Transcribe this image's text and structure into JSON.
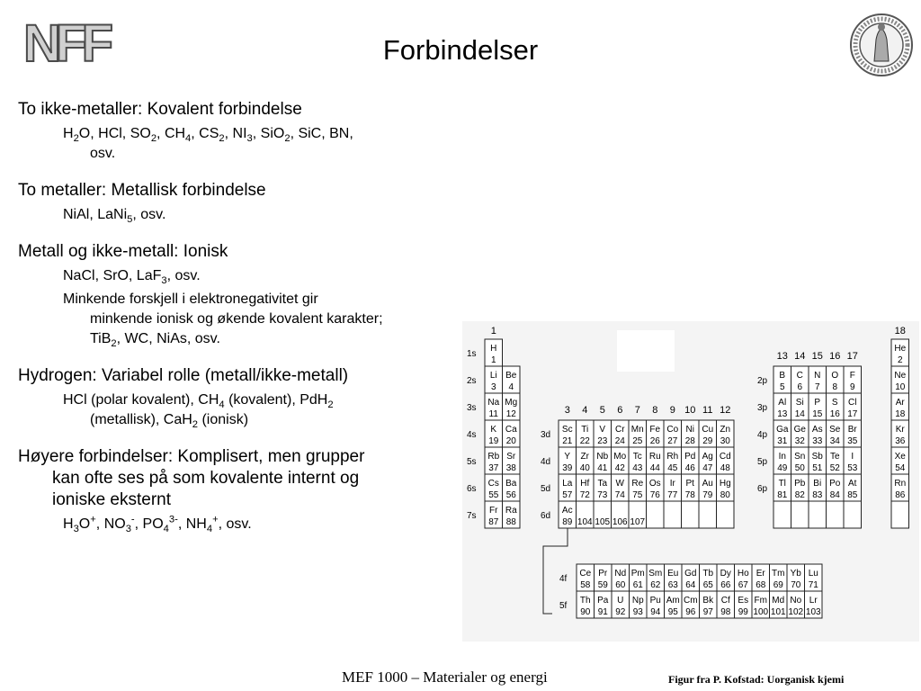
{
  "header": {
    "logo": "N F F",
    "title": "Forbindelser",
    "seal": "university-seal"
  },
  "bullets": [
    {
      "text": "To ikke-metaller: Kovalent forbindelse",
      "subs": [
        {
          "html": "H<sub>2</sub>O, HCl, SO<sub>2</sub>, CH<sub>4</sub>, CS<sub>2</sub>, NI<sub>3</sub>, SiO<sub>2</sub>, SiC, BN,<span class=\"cont\">osv.</span>"
        }
      ]
    },
    {
      "text": "To metaller: Metallisk forbindelse",
      "subs": [
        {
          "html": "NiAl, LaNi<sub>5</sub>, osv."
        }
      ]
    },
    {
      "text": "Metall og ikke-metall: Ionisk",
      "subs": [
        {
          "html": "NaCl, SrO, LaF<sub>3</sub>, osv."
        },
        {
          "html": "Minkende forskjell i elektronegativitet gir<span class=\"cont\">minkende ionisk og økende kovalent karakter;</span><span class=\"cont\">TiB<sub>2</sub>, WC, NiAs, osv.</span>"
        }
      ]
    },
    {
      "text": "Hydrogen: Variabel rolle (metall/ikke-metall)",
      "subs": [
        {
          "html": "HCl (polar kovalent), CH<sub>4</sub> (kovalent), PdH<sub>2</sub><span class=\"cont\">(metallisk), CaH<sub>2</sub> (ionisk)</span>"
        }
      ]
    },
    {
      "text": "Høyere forbindelser: Komplisert, men grupper",
      "cont": [
        "kan ofte ses på som kovalente internt og",
        "ioniske eksternt"
      ],
      "subs": [
        {
          "html": "H<sub>3</sub>O<sup>+</sup>, NO<sub>3</sub><sup>-</sup>, PO<sub>4</sub><sup>3-</sup>, NH<sub>4</sub><sup>+</sup>, osv."
        }
      ]
    }
  ],
  "periodic_table": {
    "group_labels": {
      "g1": "1",
      "g18": "18",
      "tm": [
        "3",
        "4",
        "5",
        "6",
        "7",
        "8",
        "9",
        "10",
        "11",
        "12"
      ],
      "p": [
        "13",
        "14",
        "15",
        "16",
        "17"
      ]
    },
    "row_labels": [
      "1s",
      "2s",
      "3s",
      "4s",
      "5s",
      "6s",
      "7s"
    ],
    "d_labels": [
      "3d",
      "4d",
      "5d",
      "6d"
    ],
    "p_labels": [
      "2p",
      "3p",
      "4p",
      "5p",
      "6p"
    ],
    "f_labels": [
      "4f",
      "5f"
    ],
    "s_block": [
      [
        [
          "H",
          "1"
        ]
      ],
      [
        [
          "Li",
          "3"
        ],
        [
          "Be",
          "4"
        ]
      ],
      [
        [
          "Na",
          "11"
        ],
        [
          "Mg",
          "12"
        ]
      ],
      [
        [
          "K",
          "19"
        ],
        [
          "Ca",
          "20"
        ]
      ],
      [
        [
          "Rb",
          "37"
        ],
        [
          "Sr",
          "38"
        ]
      ],
      [
        [
          "Cs",
          "55"
        ],
        [
          "Ba",
          "56"
        ]
      ],
      [
        [
          "Fr",
          "87"
        ],
        [
          "Ra",
          "88"
        ]
      ]
    ],
    "d_block": [
      [
        [
          "Sc",
          "21"
        ],
        [
          "Ti",
          "22"
        ],
        [
          "V",
          "23"
        ],
        [
          "Cr",
          "24"
        ],
        [
          "Mn",
          "25"
        ],
        [
          "Fe",
          "26"
        ],
        [
          "Co",
          "27"
        ],
        [
          "Ni",
          "28"
        ],
        [
          "Cu",
          "29"
        ],
        [
          "Zn",
          "30"
        ]
      ],
      [
        [
          "Y",
          "39"
        ],
        [
          "Zr",
          "40"
        ],
        [
          "Nb",
          "41"
        ],
        [
          "Mo",
          "42"
        ],
        [
          "Tc",
          "43"
        ],
        [
          "Ru",
          "44"
        ],
        [
          "Rh",
          "45"
        ],
        [
          "Pd",
          "46"
        ],
        [
          "Ag",
          "47"
        ],
        [
          "Cd",
          "48"
        ]
      ],
      [
        [
          "La",
          "57"
        ],
        [
          "Hf",
          "72"
        ],
        [
          "Ta",
          "73"
        ],
        [
          "W",
          "74"
        ],
        [
          "Re",
          "75"
        ],
        [
          "Os",
          "76"
        ],
        [
          "Ir",
          "77"
        ],
        [
          "Pt",
          "78"
        ],
        [
          "Au",
          "79"
        ],
        [
          "Hg",
          "80"
        ]
      ],
      [
        [
          "Ac",
          "89"
        ],
        [
          "",
          "104"
        ],
        [
          "",
          "105"
        ],
        [
          "",
          "106"
        ],
        [
          "",
          "107"
        ],
        [
          "",
          ""
        ],
        [
          "",
          ""
        ],
        [
          "",
          ""
        ],
        [
          "",
          ""
        ],
        [
          "",
          ""
        ]
      ]
    ],
    "p_block": [
      [
        [
          "B",
          "5"
        ],
        [
          "C",
          "6"
        ],
        [
          "N",
          "7"
        ],
        [
          "O",
          "8"
        ],
        [
          "F",
          "9"
        ]
      ],
      [
        [
          "Al",
          "13"
        ],
        [
          "Si",
          "14"
        ],
        [
          "P",
          "15"
        ],
        [
          "S",
          "16"
        ],
        [
          "Cl",
          "17"
        ]
      ],
      [
        [
          "Ga",
          "31"
        ],
        [
          "Ge",
          "32"
        ],
        [
          "As",
          "33"
        ],
        [
          "Se",
          "34"
        ],
        [
          "Br",
          "35"
        ]
      ],
      [
        [
          "In",
          "49"
        ],
        [
          "Sn",
          "50"
        ],
        [
          "Sb",
          "51"
        ],
        [
          "Te",
          "52"
        ],
        [
          "I",
          "53"
        ]
      ],
      [
        [
          "Tl",
          "81"
        ],
        [
          "Pb",
          "82"
        ],
        [
          "Bi",
          "83"
        ],
        [
          "Po",
          "84"
        ],
        [
          "At",
          "85"
        ]
      ],
      [
        [
          "",
          ""
        ],
        [
          "",
          ""
        ],
        [
          "",
          ""
        ],
        [
          "",
          ""
        ],
        [
          "",
          ""
        ]
      ]
    ],
    "noble": [
      [
        "He",
        "2"
      ],
      [
        "Ne",
        "10"
      ],
      [
        "Ar",
        "18"
      ],
      [
        "Kr",
        "36"
      ],
      [
        "Xe",
        "54"
      ],
      [
        "Rn",
        "86"
      ],
      [
        "",
        ""
      ]
    ],
    "f_block": [
      [
        [
          "Ce",
          "58"
        ],
        [
          "Pr",
          "59"
        ],
        [
          "Nd",
          "60"
        ],
        [
          "Pm",
          "61"
        ],
        [
          "Sm",
          "62"
        ],
        [
          "Eu",
          "63"
        ],
        [
          "Gd",
          "64"
        ],
        [
          "Tb",
          "65"
        ],
        [
          "Dy",
          "66"
        ],
        [
          "Ho",
          "67"
        ],
        [
          "Er",
          "68"
        ],
        [
          "Tm",
          "69"
        ],
        [
          "Yb",
          "70"
        ],
        [
          "Lu",
          "71"
        ]
      ],
      [
        [
          "Th",
          "90"
        ],
        [
          "Pa",
          "91"
        ],
        [
          "U",
          "92"
        ],
        [
          "Np",
          "93"
        ],
        [
          "Pu",
          "94"
        ],
        [
          "Am",
          "95"
        ],
        [
          "Cm",
          "96"
        ],
        [
          "Bk",
          "97"
        ],
        [
          "Cf",
          "98"
        ],
        [
          "Es",
          "99"
        ],
        [
          "Fm",
          "100"
        ],
        [
          "Md",
          "101"
        ],
        [
          "No",
          "102"
        ],
        [
          "Lr",
          "103"
        ]
      ]
    ]
  },
  "footer": {
    "course": "MEF 1000 – Materialer og energi",
    "credit": "Figur fra P. Kofstad: Uorganisk kjemi"
  }
}
